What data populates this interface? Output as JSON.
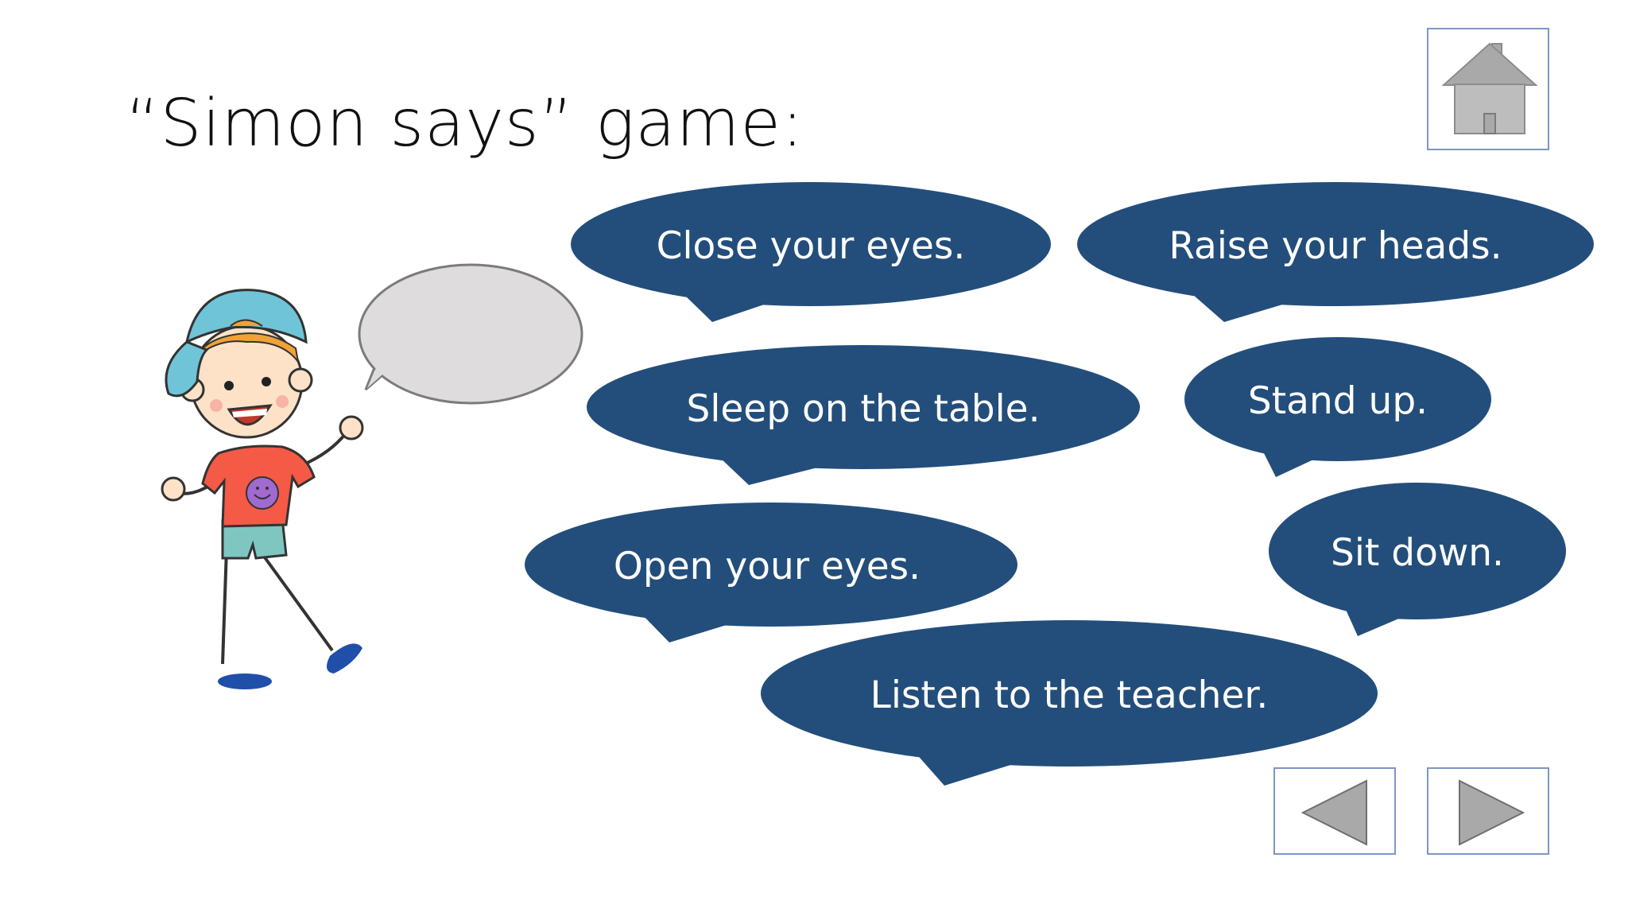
{
  "slide": {
    "title": "“Simon says” game:"
  },
  "colors": {
    "bubble_fill": "#234e7b",
    "nav_border": "#7f95c4",
    "nav_icon": "#a9a9a9",
    "thought_fill": "#dedcdc"
  },
  "bubbles": [
    {
      "id": "close-eyes",
      "label": "Close your eyes."
    },
    {
      "id": "raise-heads",
      "label": "Raise your heads."
    },
    {
      "id": "sleep-table",
      "label": "Sleep on the table."
    },
    {
      "id": "stand-up",
      "label": "Stand up."
    },
    {
      "id": "open-eyes",
      "label": "Open your eyes."
    },
    {
      "id": "sit-down",
      "label": "Sit down."
    },
    {
      "id": "listen-teacher",
      "label": "Listen to the teacher."
    }
  ],
  "icons": {
    "home": "home-icon",
    "prev": "triangle-left-icon",
    "next": "triangle-right-icon"
  }
}
